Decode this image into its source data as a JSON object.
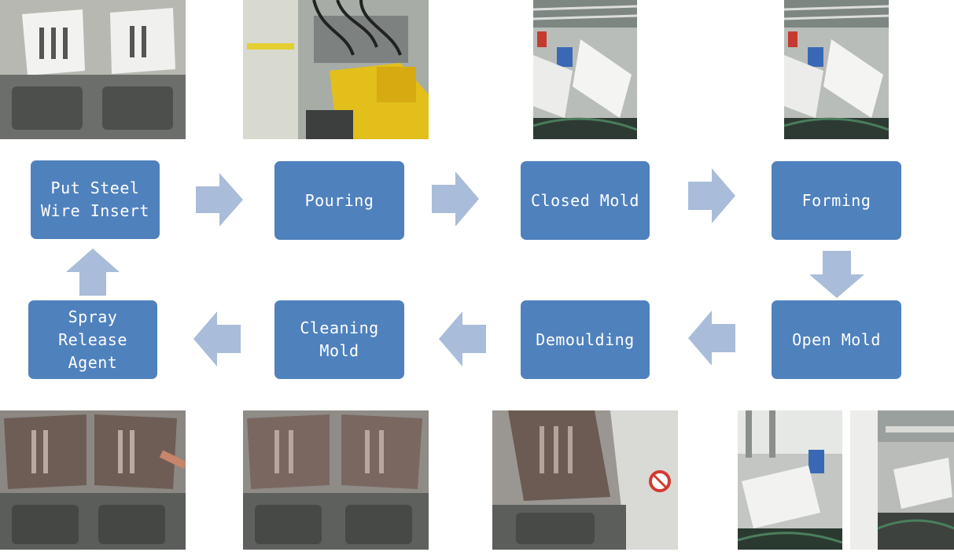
{
  "steps": {
    "put_steel_wire_insert": "Put Steel\nWire Insert",
    "pouring": "Pouring",
    "closed_mold": "Closed Mold",
    "forming": "Forming",
    "open_mold": "Open Mold",
    "demoulding": "Demoulding",
    "cleaning_mold": "Cleaning\nMold",
    "spray_release_agent": "Spray\nRelease\nAgent"
  },
  "colors": {
    "box_fill": "#4f81bd",
    "box_text": "#ffffff",
    "arrow_fill": "#a9bcd9"
  },
  "photos": [
    "mold-with-steel-wire-inserts-photo",
    "robot-pouring-photo",
    "closed-mold-carousel-photo",
    "forming-carousel-photo",
    "spray-release-agent-photo",
    "cleaning-mold-photo",
    "demoulding-photo",
    "open-mold-carousel-photo",
    "open-mold-line-photo"
  ]
}
